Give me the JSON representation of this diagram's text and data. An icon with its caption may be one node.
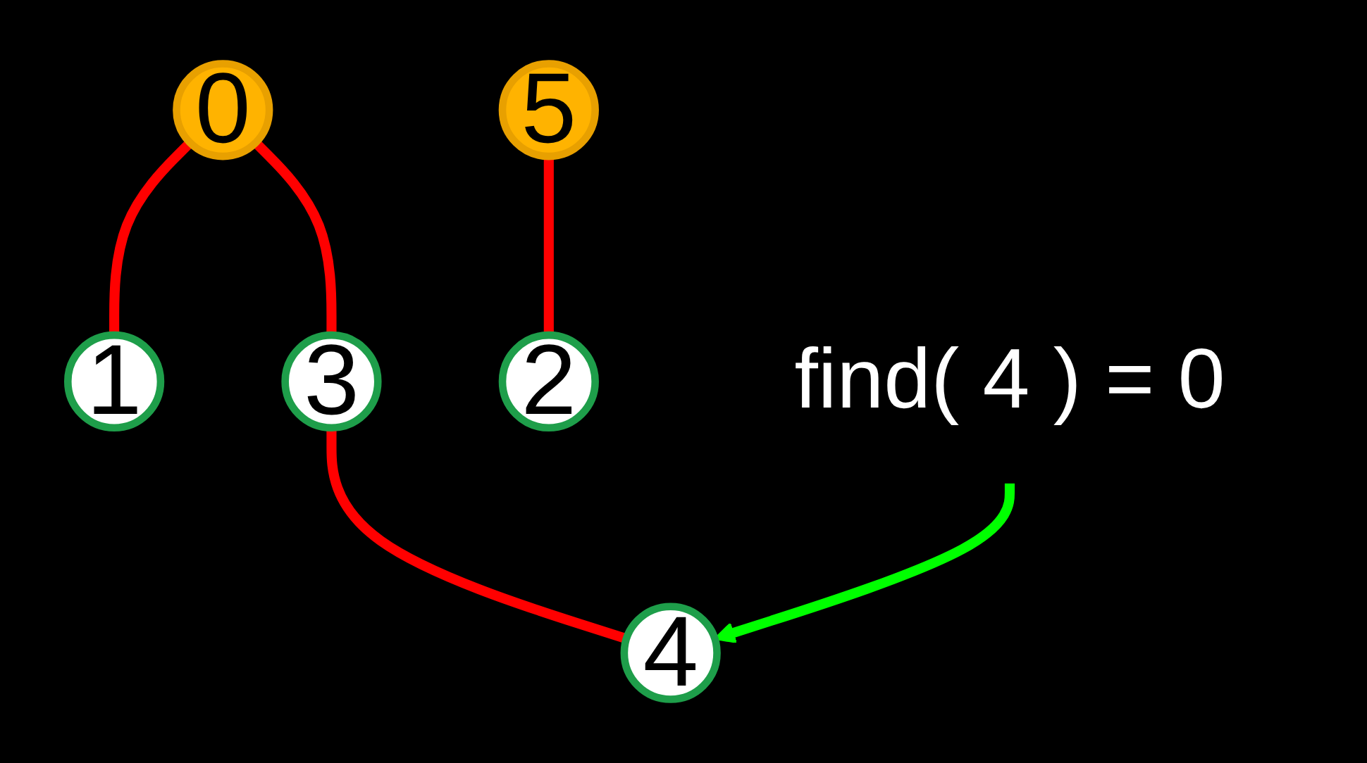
{
  "diagram": {
    "nodes": [
      {
        "text": [
          "1"
        ]
      },
      {
        "text": [
          "5"
        ]
      },
      {
        "text": [
          "0"
        ]
      },
      {
        "text": [
          "4"
        ]
      },
      {
        "text": [
          "3"
        ]
      },
      {
        "text": [
          "2"
        ]
      },
      {
        "text": [
          "find( 4 ) = 0"
        ]
      }
    ],
    "edges": [
      {
        "from": 2,
        "to": 0,
        "arrow": "none"
      },
      {
        "from": 1,
        "to": 5,
        "arrow": "none"
      },
      {
        "from": 2,
        "to": 4,
        "arrow": "none"
      },
      {
        "from": 4,
        "to": 3,
        "arrow": "none"
      },
      {
        "from": 6,
        "to": 3,
        "arrow": "to",
        "color": "#00ff00"
      }
    ]
  }
}
